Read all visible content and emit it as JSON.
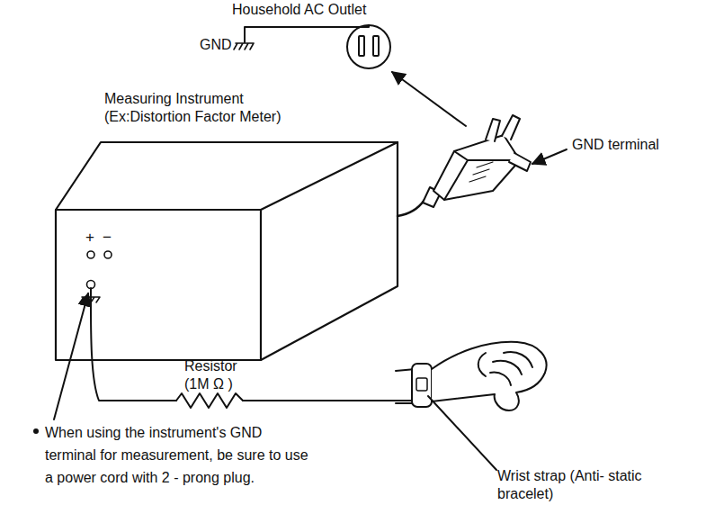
{
  "diagram": {
    "labels": [
      "Household AC Outlet",
      "GND",
      "Measuring Instrument (Ex:Distortion Factor Meter)",
      "GND terminal",
      "+",
      "−",
      "Resistor (1M Ω )",
      "Wrist strap (Anti- static bracelet)",
      "When using the instrument's GND terminal for measurement, be sure to use a power cord with 2 - prong plug."
    ]
  }
}
